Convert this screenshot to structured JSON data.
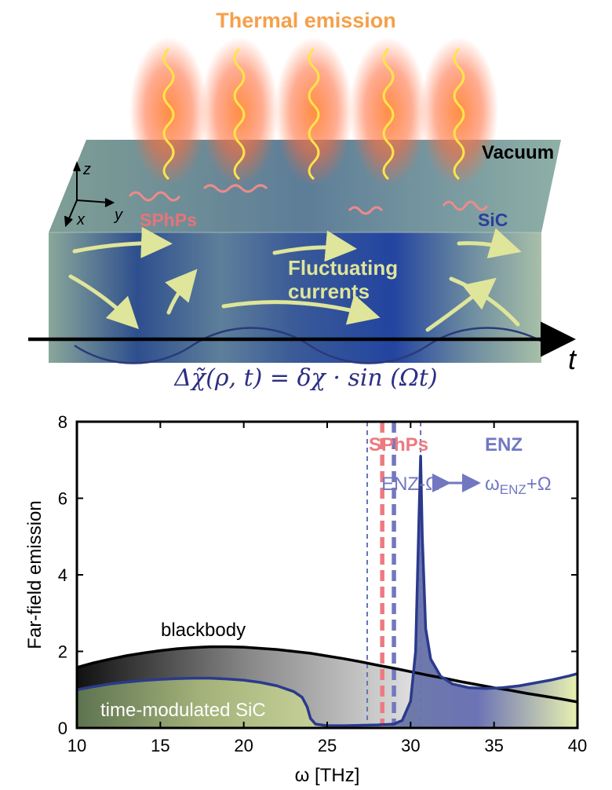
{
  "illustration": {
    "title": "Thermal emission",
    "vacuum_label": "Vacuum",
    "sphps_label": "SPhPs",
    "sic_label": "SiC",
    "currents_label_line1": "Fluctuating",
    "currents_label_line2": "currents",
    "axis_z": "z",
    "axis_x": "x",
    "axis_y": "y",
    "time_axis_label": "t",
    "equation": "Δχ̃(ρ, t) = δχ · sin (Ωt)",
    "colors": {
      "title": "#f5a04a",
      "sphps": "#e8737a",
      "sic": "#2a3f9a",
      "currents": "#dfe59a",
      "equation": "#2b2f82"
    }
  },
  "chart_data": {
    "type": "line",
    "xlabel": "ω [THz]",
    "ylabel": "Far-field emission",
    "xlim": [
      10,
      40
    ],
    "ylim": [
      0,
      8
    ],
    "xticks": [
      "10",
      "15",
      "20",
      "25",
      "30",
      "35",
      "40"
    ],
    "yticks": [
      "0",
      "2",
      "4",
      "6",
      "8"
    ],
    "series": [
      {
        "name": "blackbody",
        "color": "#000000",
        "x": [
          10,
          11,
          12,
          13,
          14,
          15,
          16,
          17,
          18,
          19,
          20,
          21,
          22,
          23,
          24,
          25,
          26,
          27,
          28,
          29,
          30,
          31,
          32,
          33,
          34,
          35,
          36,
          37,
          38,
          39,
          40
        ],
        "y": [
          1.58,
          1.7,
          1.8,
          1.89,
          1.96,
          2.02,
          2.07,
          2.1,
          2.12,
          2.12,
          2.11,
          2.08,
          2.05,
          2.0,
          1.95,
          1.88,
          1.81,
          1.73,
          1.64,
          1.56,
          1.47,
          1.38,
          1.3,
          1.21,
          1.13,
          1.05,
          0.98,
          0.9,
          0.83,
          0.76,
          0.68
        ]
      },
      {
        "name": "time-modulated SiC",
        "color": "#2b3a8c",
        "x": [
          10,
          11,
          12,
          13,
          14,
          15,
          16,
          17,
          18,
          19,
          20,
          21,
          22,
          23,
          23.5,
          23.8,
          24,
          24.3,
          25,
          26,
          27,
          28,
          29,
          29.5,
          30,
          30.3,
          30.5,
          30.6,
          30.7,
          30.9,
          31.2,
          31.8,
          32.5,
          33.5,
          34.5,
          35.5,
          36.5,
          37.5,
          38.5,
          39.5,
          40
        ],
        "y": [
          1.0,
          1.08,
          1.15,
          1.2,
          1.24,
          1.27,
          1.29,
          1.3,
          1.3,
          1.28,
          1.25,
          1.19,
          1.1,
          0.95,
          0.8,
          0.55,
          0.25,
          0.1,
          0.06,
          0.06,
          0.07,
          0.08,
          0.1,
          0.2,
          0.7,
          2.0,
          5.5,
          7.1,
          5.0,
          2.6,
          1.8,
          1.35,
          1.15,
          1.05,
          1.03,
          1.05,
          1.1,
          1.18,
          1.26,
          1.36,
          1.42
        ]
      }
    ],
    "annotations": {
      "blackbody": "blackbody",
      "sic": "time-modulated SiC",
      "sphps": "SPhPs",
      "enz": "ENZ",
      "left_mark": "ENZ-Ω",
      "right_mark_omega": "ω",
      "right_mark_sub": "ENZ",
      "right_mark_tail": "+Ω"
    },
    "vertical_lines": [
      {
        "x": 27.4,
        "style": "thin-dashed",
        "color": "#6a70b8"
      },
      {
        "x": 28.3,
        "style": "thick-dashed",
        "color": "#ec7a80"
      },
      {
        "x": 29.0,
        "style": "thick-dashed",
        "color": "#7178c0"
      },
      {
        "x": 30.6,
        "style": "thin-dashed",
        "color": "#6a70b8"
      }
    ],
    "colors": {
      "sphps": "#ec7a80",
      "enz": "#7178c0"
    }
  }
}
